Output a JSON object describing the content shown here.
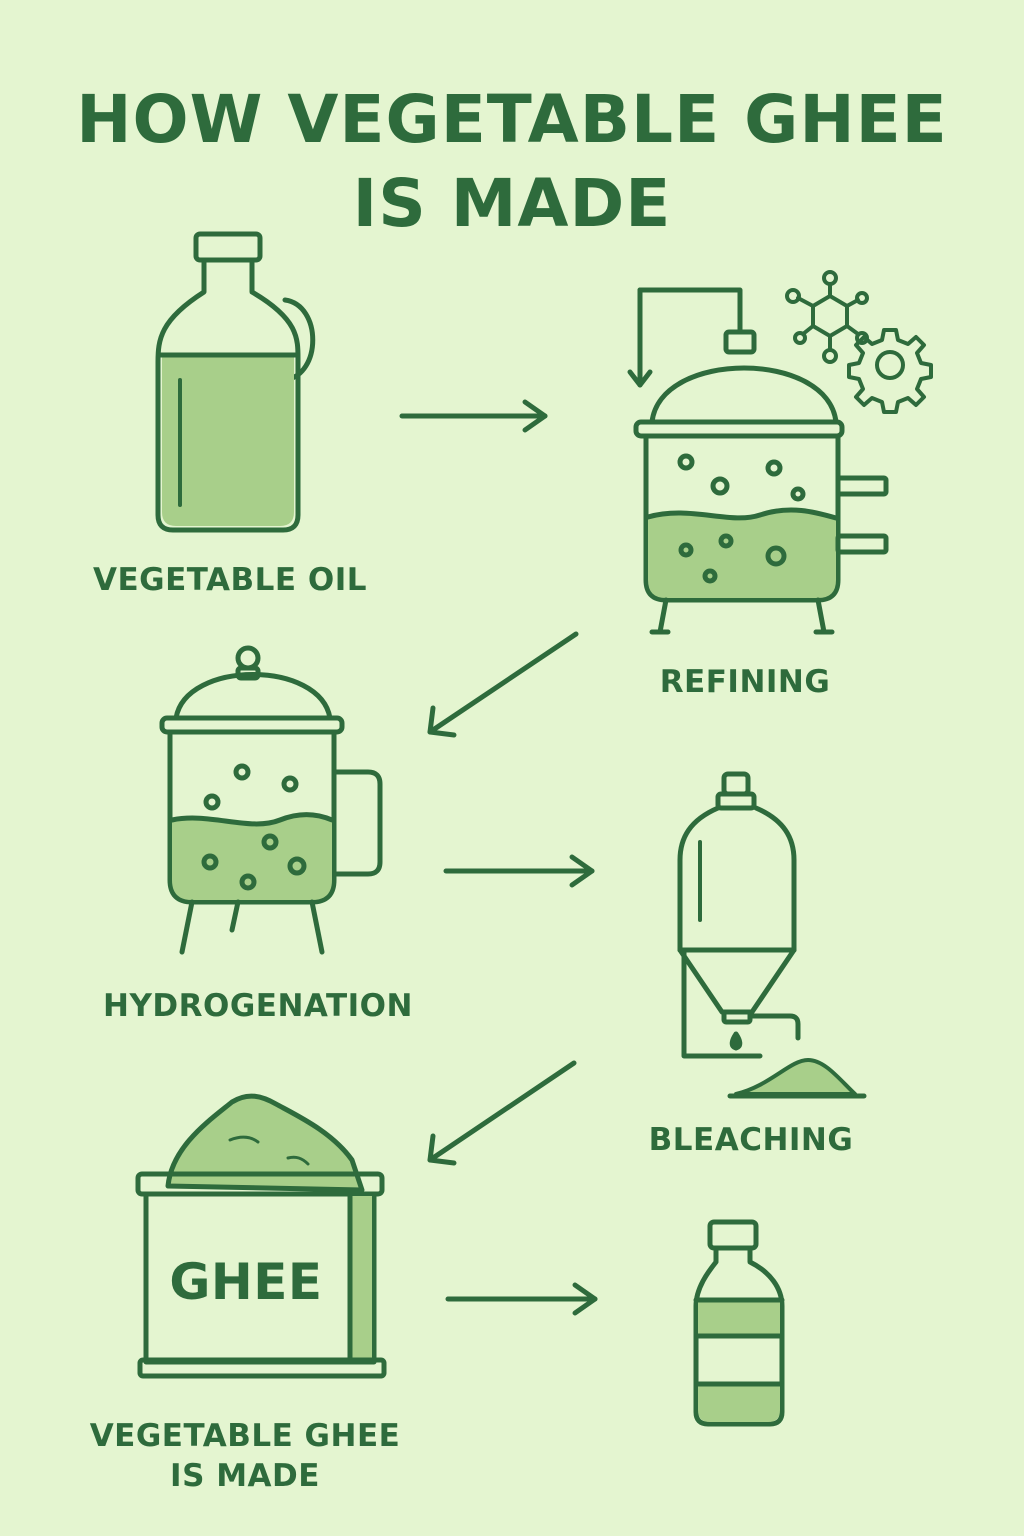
{
  "title": {
    "line1": "HOW VEGETABLE GHEE",
    "line2": "IS MADE"
  },
  "steps": [
    {
      "label": "VEGETABLE OIL"
    },
    {
      "label": "REFINING"
    },
    {
      "label": "HYDROGENATION"
    },
    {
      "label": "BLEACHING"
    },
    {
      "label_line1": "VEGETABLE GHEE",
      "label_line2": "IS MADE"
    }
  ],
  "tin_text": "GHEE",
  "colors": {
    "background": "#e4f5d0",
    "stroke": "#2e6b3c",
    "fill": "#a8cf8a"
  }
}
